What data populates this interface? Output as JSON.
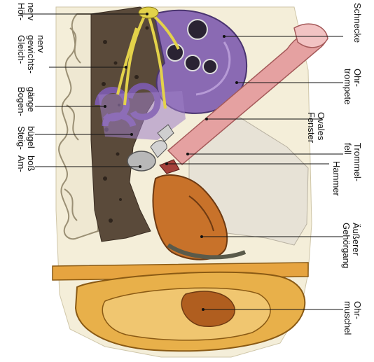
{
  "labels": {
    "hoernerv": [
      "Hör-",
      "nerv"
    ],
    "gleichgewichtsnerv": [
      "Gleich-",
      "gewichts-",
      "nerv"
    ],
    "bogengaenge": [
      "Bogen-",
      "gänge"
    ],
    "steigbuegel": [
      "Steig-",
      "bügel"
    ],
    "amboss": [
      "Am-",
      "boß"
    ],
    "schnecke": [
      "Schnecke"
    ],
    "ohrtrompete": [
      "Ohr-",
      "trompete"
    ],
    "ovales_fenster": [
      "Ovales",
      "Fenster"
    ],
    "trommelfell": [
      "Trommel-",
      "fell"
    ],
    "hammer": [
      "Hammer"
    ],
    "aeusserer_gehoergang": [
      "Äußerer",
      "Gehörgang"
    ],
    "ohrmuschel": [
      "Ohr-",
      "muschel"
    ]
  },
  "colors": {
    "bone": "#efe6c8",
    "cochlea": "#8a6ab3",
    "auricle": "#e8b04a",
    "canal": "#c8722a",
    "tube": "#e5a1a1",
    "nerve": "#e3d24a"
  }
}
